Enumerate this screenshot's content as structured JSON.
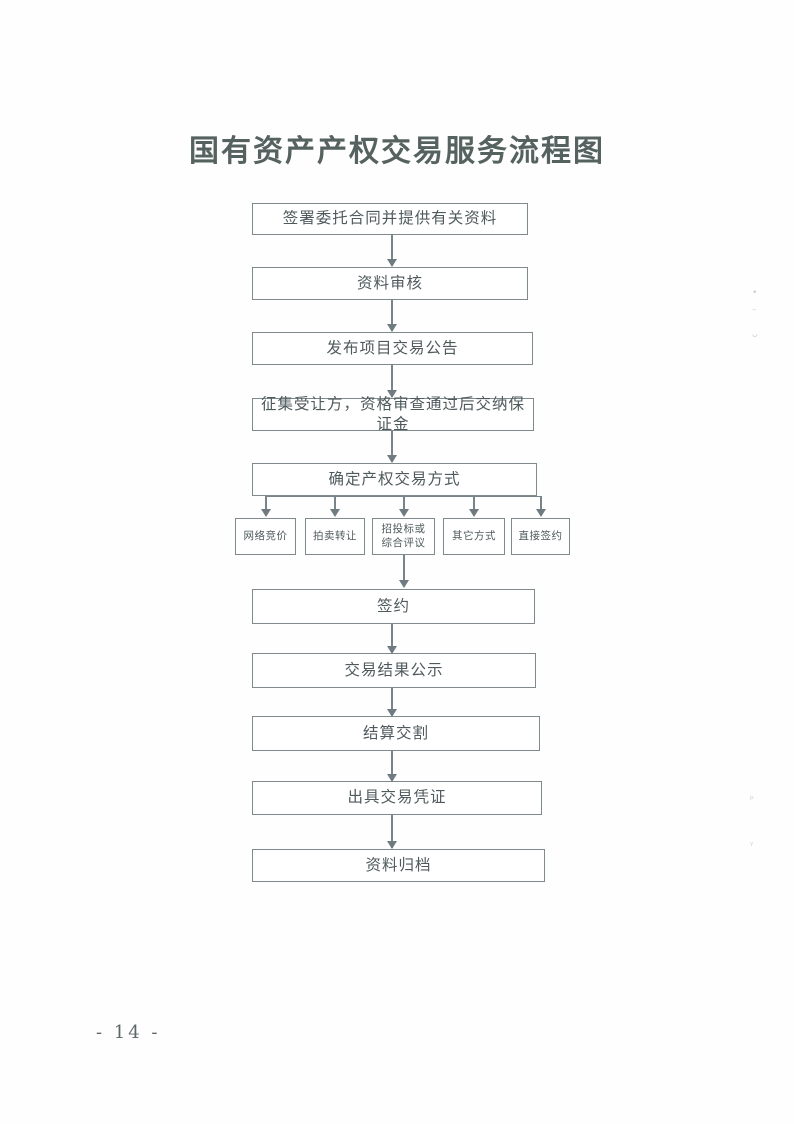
{
  "document": {
    "title": "国有资产产权交易服务流程图",
    "page_number": "- 14 -"
  },
  "flowchart": {
    "type": "flowchart",
    "orientation": "top-to-bottom",
    "main_steps": [
      {
        "id": "step1",
        "label": "签署委托合同并提供有关资料"
      },
      {
        "id": "step2",
        "label": "资料审核"
      },
      {
        "id": "step3",
        "label": "发布项目交易公告"
      },
      {
        "id": "step4",
        "label": "征集受让方，资格审查通过后交纳保证金"
      },
      {
        "id": "step5",
        "label": "确定产权交易方式"
      }
    ],
    "branches": [
      {
        "id": "branch1",
        "label": "网络竞价"
      },
      {
        "id": "branch2",
        "label": "拍卖转让"
      },
      {
        "id": "branch3",
        "label_line1": "招投标或",
        "label_line2": "综合评议"
      },
      {
        "id": "branch4",
        "label": "其它方式"
      },
      {
        "id": "branch5",
        "label": "直接签约"
      }
    ],
    "tail_steps": [
      {
        "id": "step6",
        "label": "签约"
      },
      {
        "id": "step7",
        "label": "交易结果公示"
      },
      {
        "id": "step8",
        "label": "结算交割"
      },
      {
        "id": "step9",
        "label": "出具交易凭证"
      },
      {
        "id": "step10",
        "label": "资料归档"
      }
    ]
  },
  "colors": {
    "stroke": "#7e8a8c",
    "text": "#4f5a5c",
    "title": "#55625f",
    "background": "#fefefe"
  },
  "marks": {
    "m1": "•",
    "m2": "–",
    "m3": "ᴗ",
    "m4": "ᵖ",
    "m5": "ᵧ"
  }
}
